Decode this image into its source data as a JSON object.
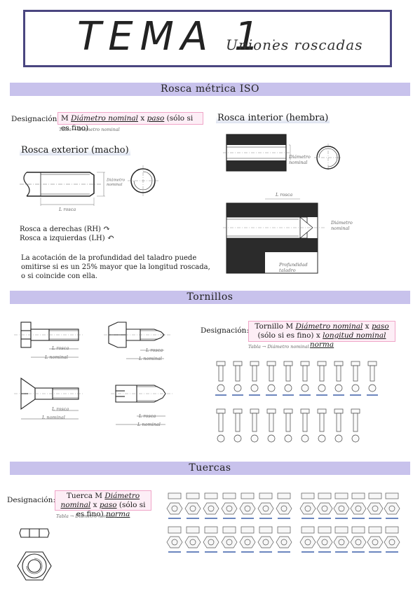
{
  "title": {
    "main": "TEMA 1",
    "colon": ":",
    "sub": "Uniones roscadas"
  },
  "sections": {
    "rosca": "Rosca métrica ISO",
    "tornillos": "Tornillos",
    "tuercas": "Tuercas"
  },
  "rosca": {
    "designacion_label": "Designación:",
    "formula_prefix": "M ",
    "formula_diam": "Diámetro nominal",
    "formula_x": " x ",
    "formula_paso": "paso",
    "formula_suffix": " (sólo si es fino)",
    "hint": "Tabla → Diámetro nominal",
    "exterior_title": "Rosca exterior (macho)",
    "interior_title": "Rosca interior (hembra)",
    "dim_diam": "Diámetro nominal",
    "dim_long": "L rosca",
    "dim_prof": "Profundidad taladro",
    "rh": "Rosca a derechas (RH)",
    "lh": "Rosca a izquierdas (LH)",
    "note": "La acotación de la profundidad del taladro puede omitirse si es un 25% mayor que la longitud roscada, o si coincide con ella."
  },
  "tornillos": {
    "designacion_label": "Designación:",
    "formula_prefix": "Tornillo M ",
    "formula_diam": "Diámetro nominal",
    "formula_x": " x ",
    "formula_paso": "paso",
    "formula_mid": " (sólo si es fino) x ",
    "formula_long": "longitud nominal",
    "formula_sp": " ",
    "formula_norma": "norma",
    "hint": "Tabla → Diámetro nominal",
    "dim_rosca": "L rosca",
    "dim_nominal": "L nominal"
  },
  "tuercas": {
    "designacion_label": "Designación:",
    "formula_prefix": "Tuerca M ",
    "formula_diam": "Diámetro nominal",
    "formula_x": " x ",
    "formula_paso": "paso",
    "formula_mid": " (sólo si es fino) ",
    "formula_norma": "norma",
    "hint": "Tabla → Diámetro nominal"
  },
  "colors": {
    "band": "#c8c2ec",
    "frame": "#4a4680",
    "highlight": "#fdeef6",
    "highlight_border": "#f0a5c8",
    "part_fill": "#2b2b2b",
    "catalog_blue": "#3a5ea8"
  }
}
